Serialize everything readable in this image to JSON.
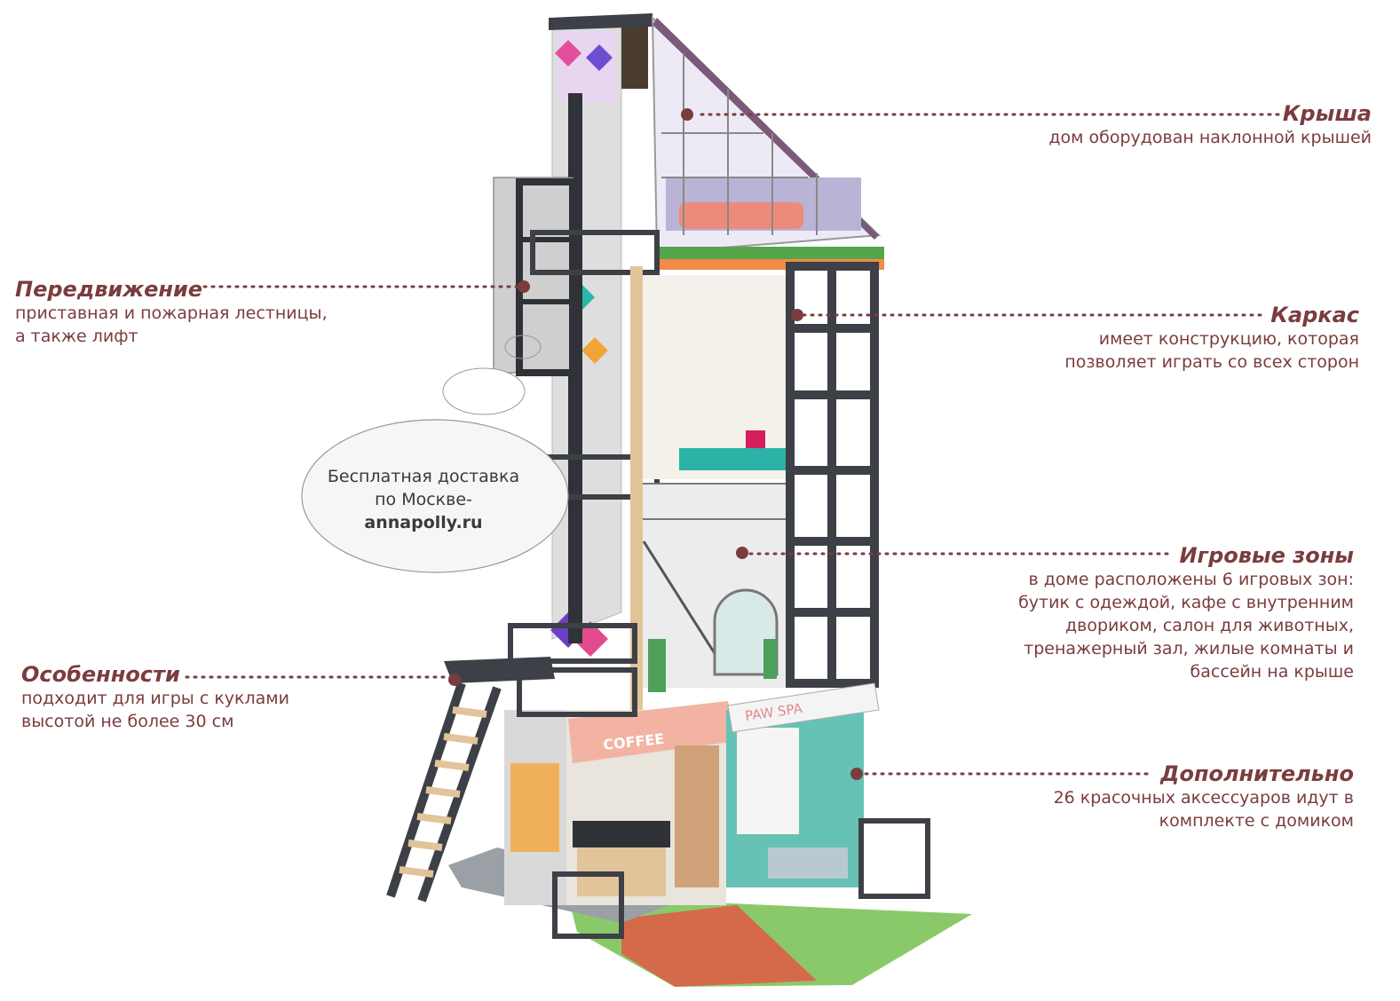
{
  "callouts": {
    "roof": {
      "title": "Крыша",
      "lines": [
        "дом оборудован наклонной крышей"
      ]
    },
    "movement": {
      "title": "Передвижение",
      "lines": [
        "приставная и пожарная лестницы,",
        "а также лифт"
      ]
    },
    "frame": {
      "title": "Каркас",
      "lines": [
        "имеет конструкцию, которая",
        "позволяет играть со всех сторон"
      ]
    },
    "play_zones": {
      "title": "Игровые зоны",
      "lines": [
        "в доме расположены 6 игровых зон:",
        "бутик с одеждой, кафе с внутренним",
        "двориком, салон для животных,",
        "тренажерный зал, жилые комнаты и",
        "бассейн на крыше"
      ]
    },
    "features": {
      "title": "Особенности",
      "lines": [
        "подходит для игры с куклами",
        "высотой не более 30 см"
      ]
    },
    "extra": {
      "title": "Дополнительно",
      "lines": [
        "26 красочных аксессуаров идут в",
        "комплекте с домиком"
      ]
    }
  },
  "promo": {
    "line1": "Бесплатная доставка",
    "line2": "по Москве-",
    "site": "annapolly.ru"
  },
  "signs": {
    "coffee": "COFFEE",
    "spa": "PAW SPA"
  },
  "colors": {
    "accent": "#7b3c3e",
    "frame": "#3d4046"
  }
}
